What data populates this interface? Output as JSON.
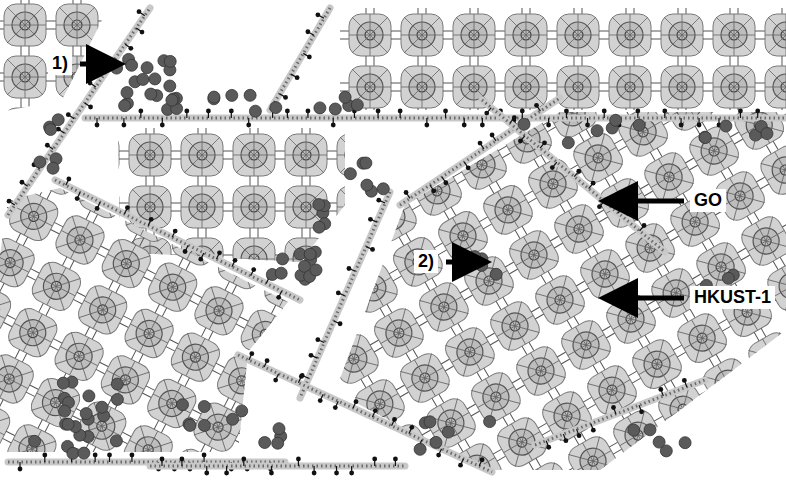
{
  "diagram": {
    "labels": [
      "1)",
      "2)",
      "GO",
      "HKUST-1"
    ]
  }
}
